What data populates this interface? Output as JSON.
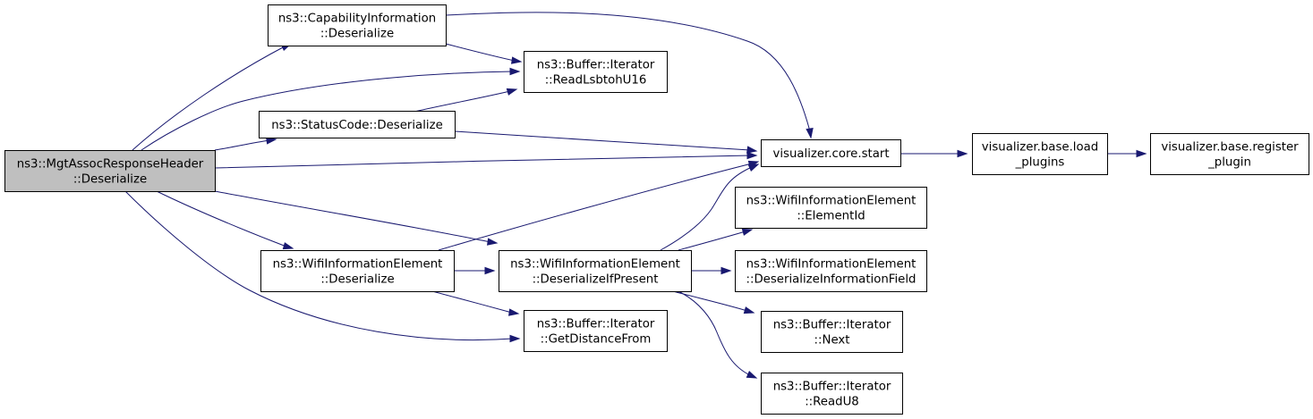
{
  "graph": {
    "edge_color": "#191970",
    "root_fill": "#bfbfbf",
    "nodes": [
      {
        "id": "n0",
        "lines": [
          "ns3::MgtAssocResponseHeader",
          "::Deserialize"
        ],
        "root": true
      },
      {
        "id": "n1",
        "lines": [
          "ns3::CapabilityInformation",
          "::Deserialize"
        ]
      },
      {
        "id": "n2",
        "lines": [
          "ns3::Buffer::Iterator",
          "::ReadLsbtohU16"
        ]
      },
      {
        "id": "n3",
        "lines": [
          "ns3::StatusCode::Deserialize"
        ]
      },
      {
        "id": "n4",
        "lines": [
          "visualizer.core.start"
        ]
      },
      {
        "id": "n5",
        "lines": [
          "visualizer.base.load",
          "_plugins"
        ]
      },
      {
        "id": "n6",
        "lines": [
          "visualizer.base.register",
          "_plugin"
        ]
      },
      {
        "id": "n7",
        "lines": [
          "ns3::WifiInformationElement",
          "::ElementId"
        ]
      },
      {
        "id": "n8",
        "lines": [
          "ns3::WifiInformationElement",
          "::Deserialize"
        ]
      },
      {
        "id": "n9",
        "lines": [
          "ns3::WifiInformationElement",
          "::DeserializeIfPresent"
        ]
      },
      {
        "id": "n10",
        "lines": [
          "ns3::WifiInformationElement",
          "::DeserializeInformationField"
        ]
      },
      {
        "id": "n11",
        "lines": [
          "ns3::Buffer::Iterator",
          "::GetDistanceFrom"
        ]
      },
      {
        "id": "n12",
        "lines": [
          "ns3::Buffer::Iterator",
          "::Next"
        ]
      },
      {
        "id": "n13",
        "lines": [
          "ns3::Buffer::Iterator",
          "::ReadU8"
        ]
      }
    ],
    "edges": [
      {
        "from": "n0",
        "to": "n1"
      },
      {
        "from": "n0",
        "to": "n2"
      },
      {
        "from": "n0",
        "to": "n3"
      },
      {
        "from": "n0",
        "to": "n4"
      },
      {
        "from": "n0",
        "to": "n8"
      },
      {
        "from": "n0",
        "to": "n9"
      },
      {
        "from": "n0",
        "to": "n11"
      },
      {
        "from": "n1",
        "to": "n2"
      },
      {
        "from": "n1",
        "to": "n4"
      },
      {
        "from": "n3",
        "to": "n2"
      },
      {
        "from": "n3",
        "to": "n4"
      },
      {
        "from": "n4",
        "to": "n5"
      },
      {
        "from": "n5",
        "to": "n6"
      },
      {
        "from": "n8",
        "to": "n4"
      },
      {
        "from": "n8",
        "to": "n9"
      },
      {
        "from": "n8",
        "to": "n11"
      },
      {
        "from": "n9",
        "to": "n4"
      },
      {
        "from": "n9",
        "to": "n7"
      },
      {
        "from": "n9",
        "to": "n10"
      },
      {
        "from": "n9",
        "to": "n12"
      },
      {
        "from": "n9",
        "to": "n13"
      }
    ]
  }
}
